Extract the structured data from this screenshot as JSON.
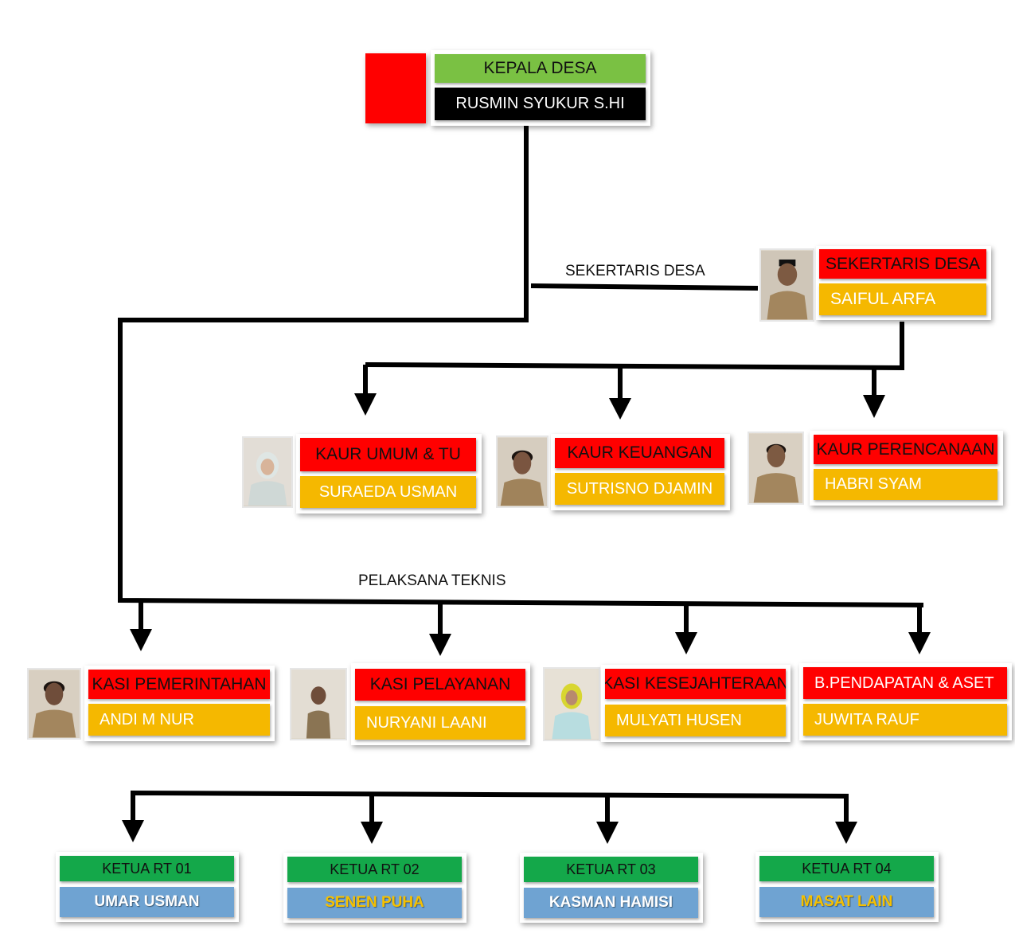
{
  "head": {
    "title": "KEPALA DESA",
    "name": "RUSMIN SYUKUR S.HI"
  },
  "connector_labels": {
    "sekretaris": "SEKERTARIS DESA",
    "pelaksana": "PELAKSANA TEKNIS"
  },
  "sekretaris": {
    "title": "SEKERTARIS DESA",
    "name": "SAIFUL ARFA"
  },
  "kaur": [
    {
      "title": "KAUR UMUM & TU",
      "name": "SURAEDA USMAN"
    },
    {
      "title": "KAUR KEUANGAN",
      "name": "SUTRISNO DJAMIN"
    },
    {
      "title": "KAUR PERENCANAAN",
      "name": "HABRI SYAM"
    }
  ],
  "kasi": [
    {
      "title": "KASI PEMERINTAHAN",
      "name": "ANDI M NUR"
    },
    {
      "title": "KASI PELAYANAN",
      "name": "NURYANI LAANI"
    },
    {
      "title": "KASI KESEJAHTERAAN",
      "name": "MULYATI HUSEN"
    },
    {
      "title": "B.PENDAPATAN & ASET",
      "name": "JUWITA RAUF"
    }
  ],
  "rt": [
    {
      "title": "KETUA RT 01",
      "name": "UMAR USMAN"
    },
    {
      "title": "KETUA RT 02",
      "name": "SENEN PUHA"
    },
    {
      "title": "KETUA RT 03",
      "name": "KASMAN HAMISI"
    },
    {
      "title": "KETUA RT 04",
      "name": "MASAT LAIN"
    }
  ],
  "colors": {
    "title_red": "#ff0000",
    "name_yellow": "#f5b800",
    "head_green": "#7ac143",
    "rt_green": "#14a84a",
    "rt_blue": "#6fa3d2",
    "connector": "#000000"
  }
}
